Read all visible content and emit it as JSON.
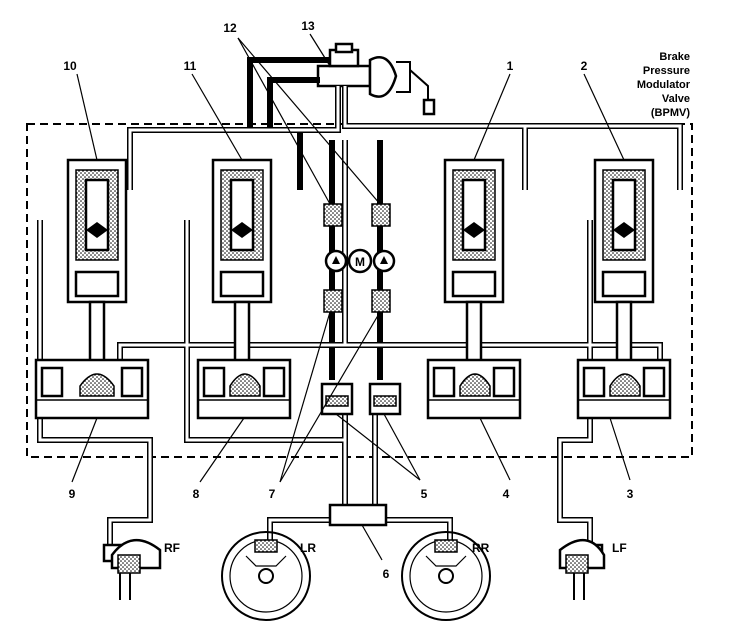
{
  "title_lines": [
    "Brake",
    "Pressure",
    "Modulator",
    "Valve",
    "(BPMV)"
  ],
  "callouts": {
    "c1": "1",
    "c2": "2",
    "c3": "3",
    "c4": "4",
    "c5": "5",
    "c6": "6",
    "c7": "7",
    "c8": "8",
    "c9": "9",
    "c10": "10",
    "c11": "11",
    "c12": "12",
    "c13": "13"
  },
  "wheels": {
    "rf": "RF",
    "lr": "LR",
    "rr": "RR",
    "lf": "LF"
  },
  "motor_label": "M"
}
